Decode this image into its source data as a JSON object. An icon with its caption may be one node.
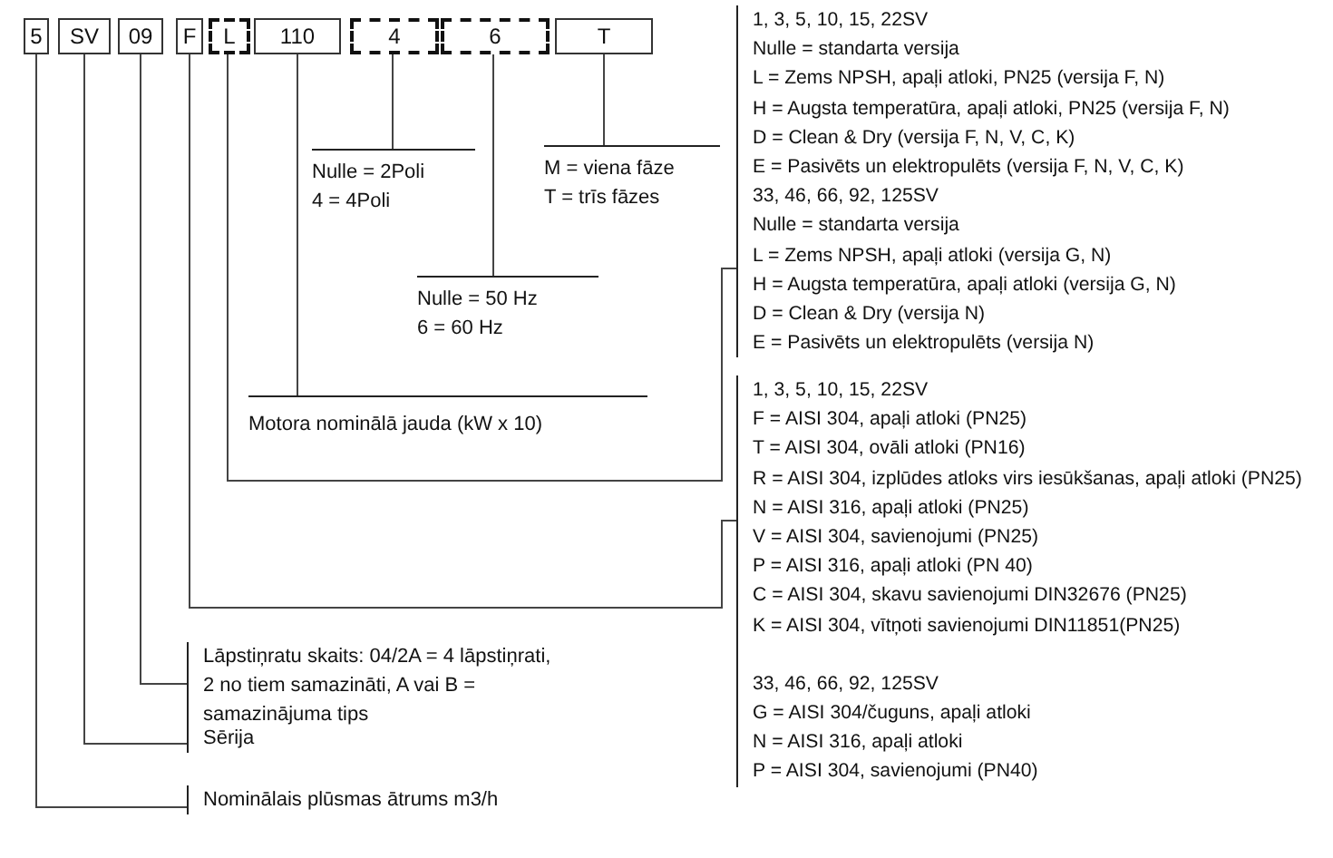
{
  "diagram": {
    "nodes": [
      {
        "text": [
          "5"
        ]
      },
      {
        "text": [
          "SV"
        ]
      },
      {
        "text": [
          "09"
        ]
      },
      {
        "text": [
          "F"
        ]
      },
      {
        "text": [
          "L"
        ]
      },
      {
        "text": [
          "110"
        ]
      },
      {
        "text": [
          "4"
        ]
      },
      {
        "text": [
          "6"
        ]
      },
      {
        "text": [
          "T"
        ]
      },
      {
        "text": [
          "Nulle = 2Poli",
          "4 = 4Poli"
        ]
      },
      {
        "text": [
          "M = viena fāze",
          "T = trīs fāzes"
        ]
      },
      {
        "text": [
          "Nulle = 50 Hz",
          "6 = 60 Hz"
        ]
      },
      {
        "text": [
          "Motora nominālā jauda (kW x 10)"
        ]
      },
      {
        "text": [
          "1, 3, 5, 10, 15, 22SV",
          "Nulle = standarta versija",
          "L = Zems NPSH, apaļi atloki, PN25 (versija F, N)",
          "H = Augsta temperatūra, apaļi atloki, PN25 (versija F, N)",
          "D = Clean & Dry (versija F, N, V, C, K)",
          "E = Pasivēts un elektropulēts (versija F, N, V, C, K)",
          "33, 46, 66, 92, 125SV",
          "Nulle = standarta versija",
          "L = Zems NPSH, apaļi atloki (versija G, N)",
          "H = Augsta temperatūra, apaļi atloki (versija G, N)",
          "D = Clean & Dry (versija N)",
          "E = Pasivēts un elektropulēts (versija N)"
        ]
      },
      {
        "text": [
          "1, 3, 5, 10, 15, 22SV",
          "F = AISI 304, apaļi atloki (PN25)",
          "T = AISI 304, ovāli atloki (PN16)",
          "R = AISI 304, izplūdes atloks virs iesūkšanas, apaļi atloki (PN25)",
          "N = AISI 316, apaļi atloki (PN25)",
          "V = AISI 304, savienojumi (PN25)",
          "P = AISI 316, apaļi atloki (PN 40)",
          "C = AISI 304, skavu savienojumi DIN32676 (PN25)",
          "K = AISI 304, vītņoti savienojumi DIN11851(PN25)",
          "33, 46, 66, 92, 125SV",
          "G = AISI 304/čuguns, apaļi atloki",
          "N = AISI 316, apaļi atloki",
          "P = AISI 304, savienojumi (PN40)"
        ]
      },
      {
        "text": [
          "Lāpstiņratu skaits: 04/2A = 4 lāpstiņrati, 2 no tiem samazināti, A vai B = samazinājuma tips"
        ]
      },
      {
        "text": [
          "Sērija"
        ]
      },
      {
        "text": [
          "Nominālais plūsmas ātrums m3/h"
        ]
      }
    ],
    "edges": [
      {
        "from": 6,
        "to": 9,
        "arrow": "none"
      },
      {
        "from": 8,
        "to": 10,
        "arrow": "none"
      },
      {
        "from": 7,
        "to": 11,
        "arrow": "none"
      },
      {
        "from": 5,
        "to": 12,
        "arrow": "none"
      },
      {
        "from": 4,
        "to": 13,
        "arrow": "none"
      },
      {
        "from": 3,
        "to": 14,
        "arrow": "none"
      },
      {
        "from": 2,
        "to": 15,
        "arrow": "none"
      },
      {
        "from": 1,
        "to": 16,
        "arrow": "none"
      },
      {
        "from": 0,
        "to": 17,
        "arrow": "none"
      }
    ]
  }
}
